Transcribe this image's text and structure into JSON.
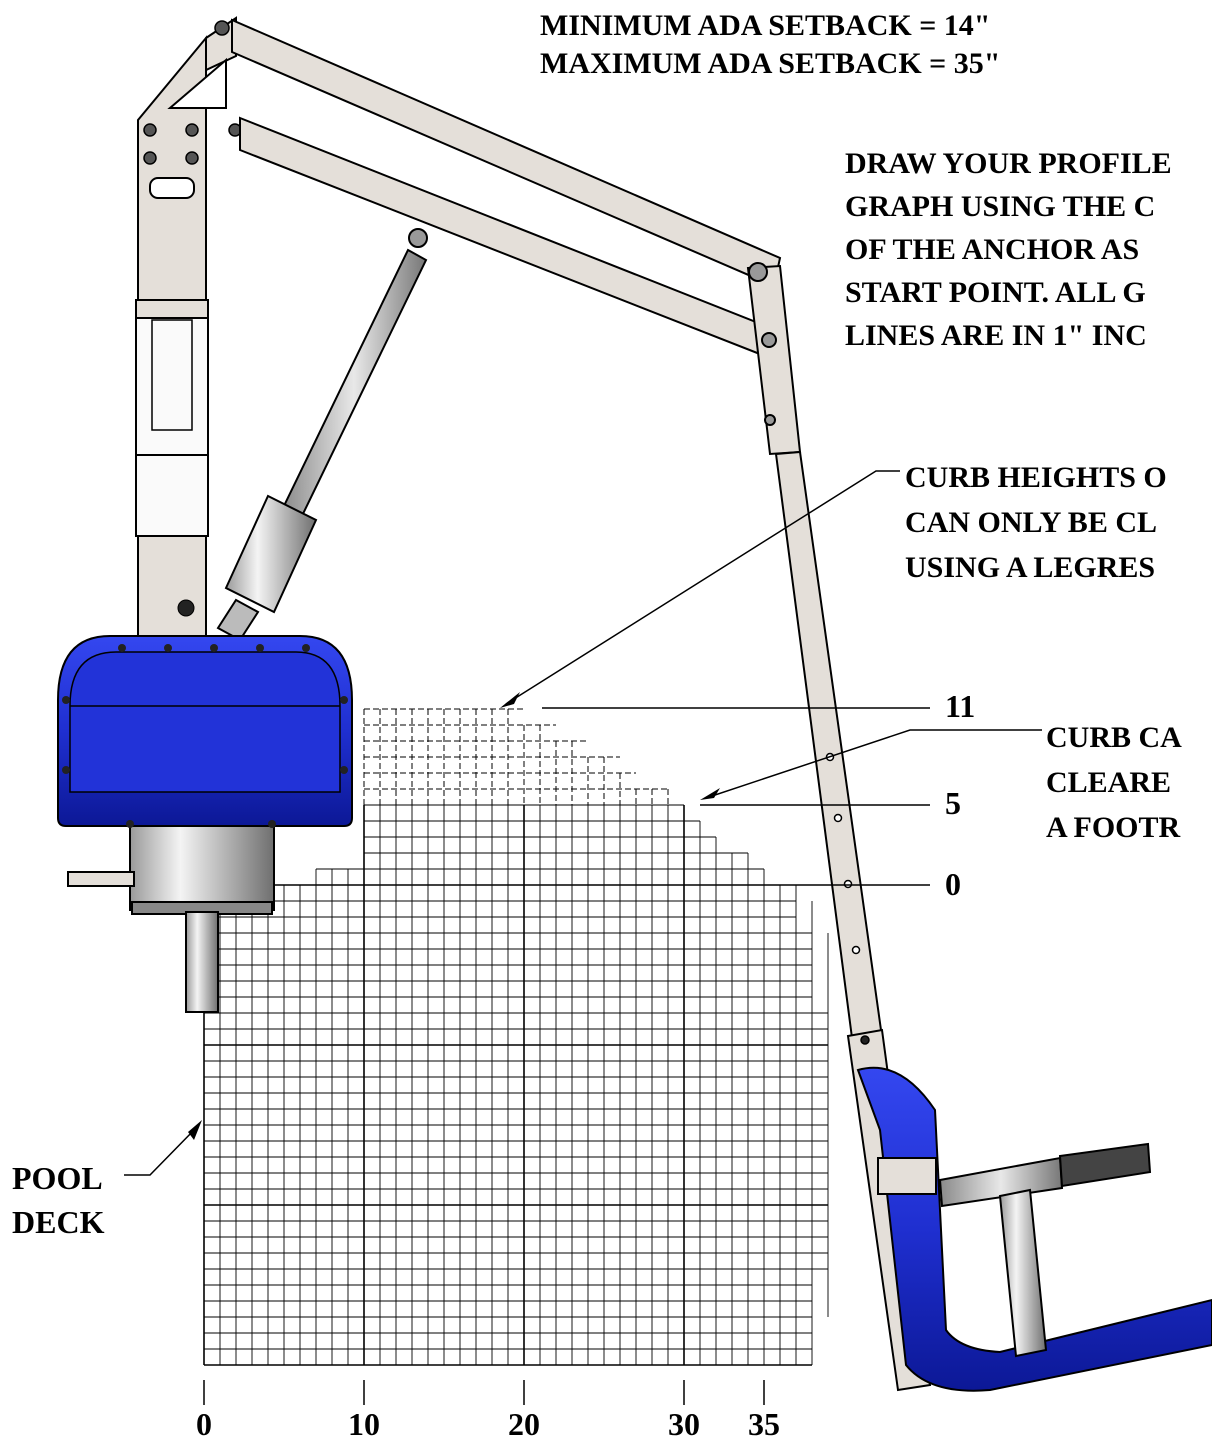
{
  "header": {
    "min_setback": "MINIMUM ADA SETBACK = 14\"",
    "max_setback": "MAXIMUM ADA SETBACK = 35\""
  },
  "notes": {
    "profile": [
      "DRAW YOUR PROFILE",
      "GRAPH USING THE C",
      "OF THE ANCHOR AS",
      "START POINT.  ALL G",
      "LINES ARE IN 1\" INC"
    ],
    "legrest": [
      "CURB HEIGHTS O",
      "CAN ONLY BE CL",
      "USING A LEGRES"
    ],
    "footrest": [
      "CURB CA",
      "CLEARE",
      "A FOOTR"
    ]
  },
  "curb_levels": [
    "11",
    "5",
    "0"
  ],
  "pool_deck": [
    "POOL",
    "DECK"
  ],
  "x_axis": [
    "0",
    "10",
    "20",
    "30",
    "35"
  ],
  "colors": {
    "frame": "#e4dfd9",
    "blue": "#1f2fd0",
    "blue_dark": "#0a158c",
    "grid": "#000000"
  }
}
